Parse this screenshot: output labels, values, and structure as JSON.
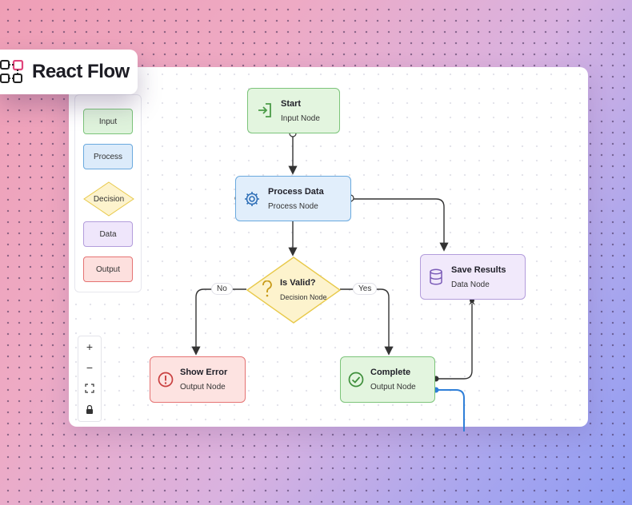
{
  "brand": {
    "name": "React Flow"
  },
  "palette": {
    "items": [
      {
        "label": "Input"
      },
      {
        "label": "Process"
      },
      {
        "label": "Decision"
      },
      {
        "label": "Data"
      },
      {
        "label": "Output"
      }
    ]
  },
  "controls": {
    "zoom_in": "+",
    "zoom_out": "−"
  },
  "nodes": {
    "start": {
      "title": "Start",
      "subtitle": "Input Node",
      "icon": "enter-icon"
    },
    "process": {
      "title": "Process Data",
      "subtitle": "Process Node",
      "icon": "gear-icon"
    },
    "decision": {
      "title": "Is Valid?",
      "subtitle": "Decision Node",
      "icon": "question-icon"
    },
    "save": {
      "title": "Save Results",
      "subtitle": "Data Node",
      "icon": "database-icon"
    },
    "error": {
      "title": "Show Error",
      "subtitle": "Output Node",
      "icon": "alert-icon"
    },
    "complete": {
      "title": "Complete",
      "subtitle": "Output Node",
      "icon": "check-icon"
    }
  },
  "edges": {
    "no_label": "No",
    "yes_label": "Yes"
  },
  "colors": {
    "input": "#5cb85c",
    "process": "#6aa9de",
    "decision": "#e8c94a",
    "data": "#b39ddb",
    "output": "#e57373",
    "selected_edge": "#2f7fd8"
  }
}
